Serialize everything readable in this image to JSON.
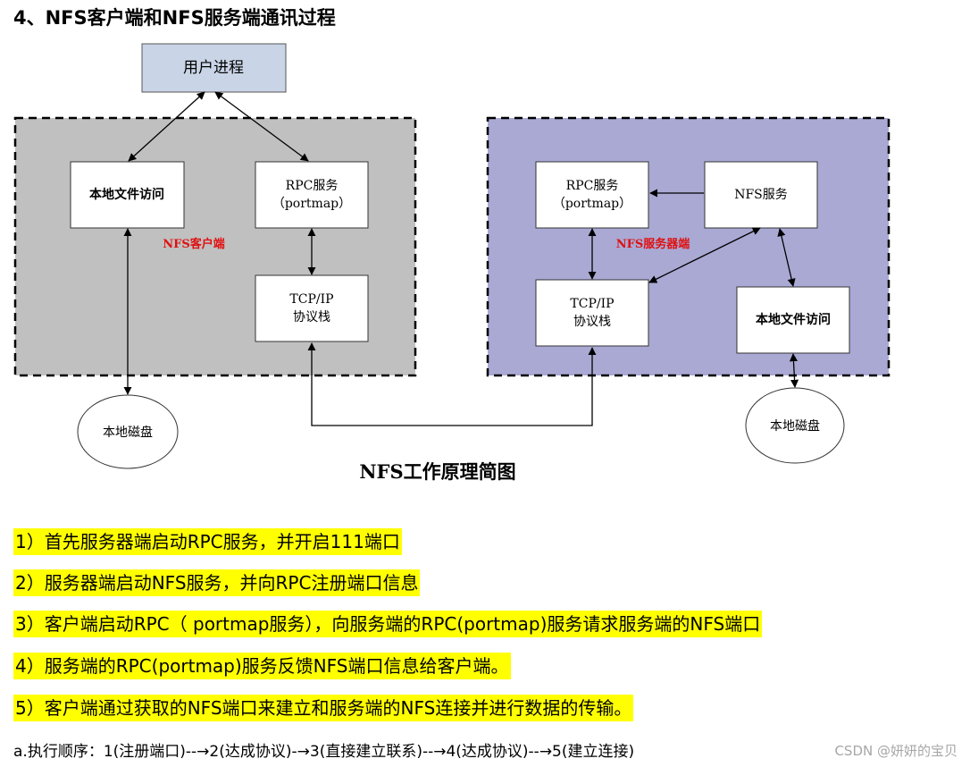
{
  "heading": "4、NFS客户端和NFS服务端通讯过程",
  "diagram": {
    "user_process": "用户进程",
    "client_label": "NFS客户端",
    "server_label": "NFS服务器端",
    "client_local_file_access": "本地文件访问",
    "client_rpc_line1": "RPC服务",
    "client_rpc_line2": "（portmap）",
    "client_tcpip_line1": "TCP/IP",
    "client_tcpip_line2": "协议栈",
    "client_disk": "本地磁盘",
    "server_rpc_line1": "RPC服务",
    "server_rpc_line2": "（portmap）",
    "server_nfs_service": "NFS服务",
    "server_tcpip_line1": "TCP/IP",
    "server_tcpip_line2": "协议栈",
    "server_local_file_access": "本地文件访问",
    "server_disk": "本地磁盘",
    "caption": "NFS工作原理简图",
    "colors": {
      "client_bg": "#c0c0c0",
      "server_bg": "#a9a9d4",
      "user_box_bg": "#c9d5e6",
      "label_red": "#e01010"
    }
  },
  "steps": [
    "1）首先服务器端启动RPC服务，并开启111端口",
    "2）服务器端启动NFS服务，并向RPC注册端口信息",
    "3）客户端启动RPC（ portmap服务），向服务端的RPC(portmap)服务请求服务端的NFS端口",
    "4）服务端的RPC(portmap)服务反馈NFS端口信息给客户端。",
    "5）客户端通过获取的NFS端口来建立和服务端的NFS连接并进行数据的传输。"
  ],
  "footer": "a.执行顺序：1(注册端口)--→2(达成协议)-→3(直接建立联系)--→4(达成协议)--→5(建立连接)",
  "watermark": "CSDN @妍妍的宝贝"
}
